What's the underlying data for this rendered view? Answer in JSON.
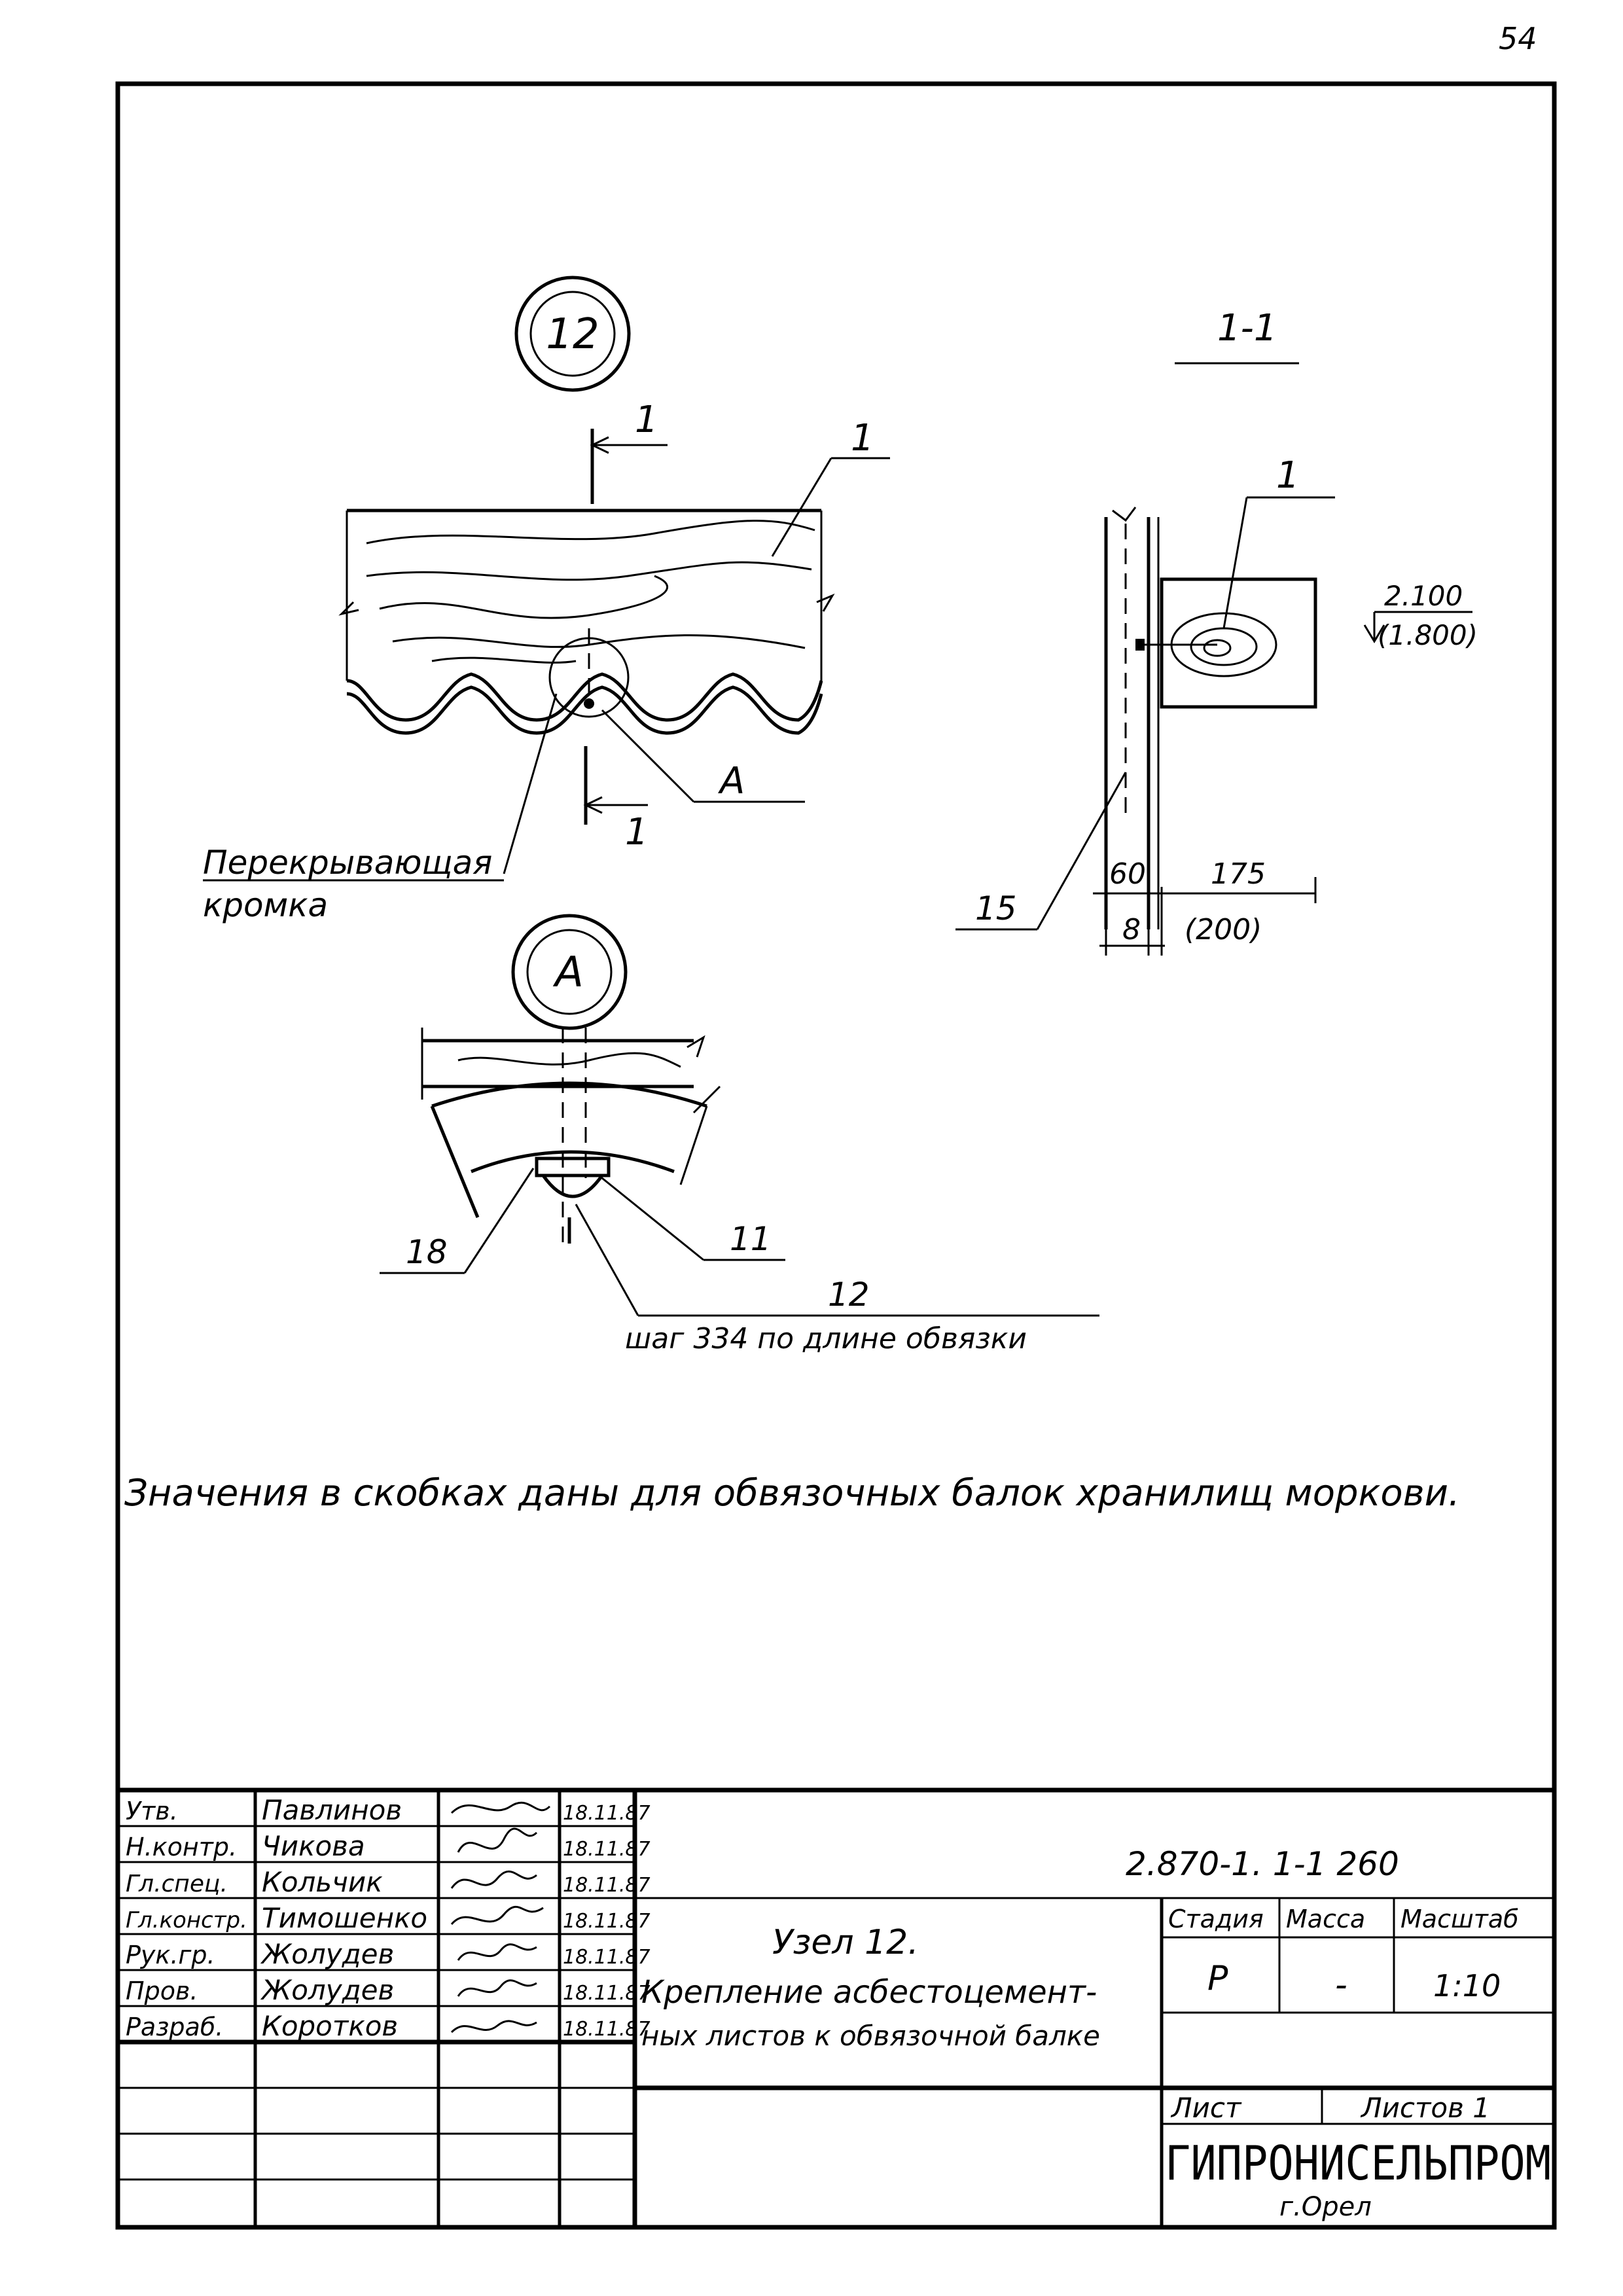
{
  "page_number": "54",
  "main_view": {
    "node_label": "12",
    "section_mark": "1",
    "leader_1": "1",
    "detail_mark": "A",
    "overlap_label_line1": "Перекрывающая",
    "overlap_label_line2": "кромка"
  },
  "section_view": {
    "title": "1-1",
    "leader_1": "1",
    "leader_15": "15",
    "elevation_1": "2.100",
    "elevation_2": "(1.800)",
    "dim_60": "60",
    "dim_8": "8",
    "dim_175": "175",
    "dim_200": "(200)"
  },
  "detail_view": {
    "label": "A",
    "leader_18": "18",
    "leader_11": "11",
    "leader_12": "12",
    "step_note": "шаг 334 по длине обвязки"
  },
  "note": "Значения в скобках даны для обвязочных балок хранилищ моркови.",
  "title_block": {
    "rows": [
      {
        "role": "Утв.",
        "name": "Павлинов",
        "sign": "sig-1",
        "date": "18.11.87"
      },
      {
        "role": "Н.контр.",
        "name": "Чикова",
        "sign": "sig-2",
        "date": "18.11.87"
      },
      {
        "role": "Гл.спец.",
        "name": "Кольчик",
        "sign": "sig-3",
        "date": "18.11.87"
      },
      {
        "role": "Гл.констр.",
        "name": "Тимошенко",
        "sign": "sig-4",
        "date": "18.11.87"
      },
      {
        "role": "Рук.гр.",
        "name": "Жолудев",
        "sign": "sig-5",
        "date": "18.11.87"
      },
      {
        "role": "Пров.",
        "name": "Жолудев",
        "sign": "sig-6",
        "date": "18.11.87"
      },
      {
        "role": "Разраб.",
        "name": "Коротков",
        "sign": "sig-7",
        "date": "18.11.87"
      }
    ],
    "doc_code": "2.870-1. 1-1 260",
    "title_line1": "Узел 12.",
    "title_line2": "Крепление асбестоцемент-",
    "title_line3": "ных листов к обвязочной балке",
    "col_stage": "Стадия",
    "col_mass": "Масса",
    "col_scale": "Масштаб",
    "stage": "Р",
    "mass": "-",
    "scale": "1:10",
    "sheet_label": "Лист",
    "sheets_label": "Листов 1",
    "org": "ГИПРОНИСЕЛЬПРОМ",
    "city": "г.Орел"
  }
}
